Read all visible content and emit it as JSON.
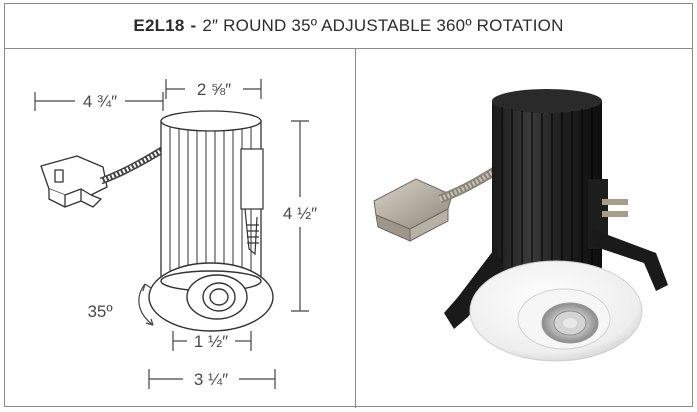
{
  "header": {
    "code": "E2L18",
    "separator": "-",
    "title": "2″ ROUND 35º ADJUSTABLE 360º ROTATION"
  },
  "drawing": {
    "dim_arm": "4 ¾″",
    "dim_top": "2 ⅝″",
    "dim_height": "4 ½″",
    "dim_angle": "35º",
    "dim_aperture": "1 ½″",
    "dim_trim": "3 ¼″"
  }
}
